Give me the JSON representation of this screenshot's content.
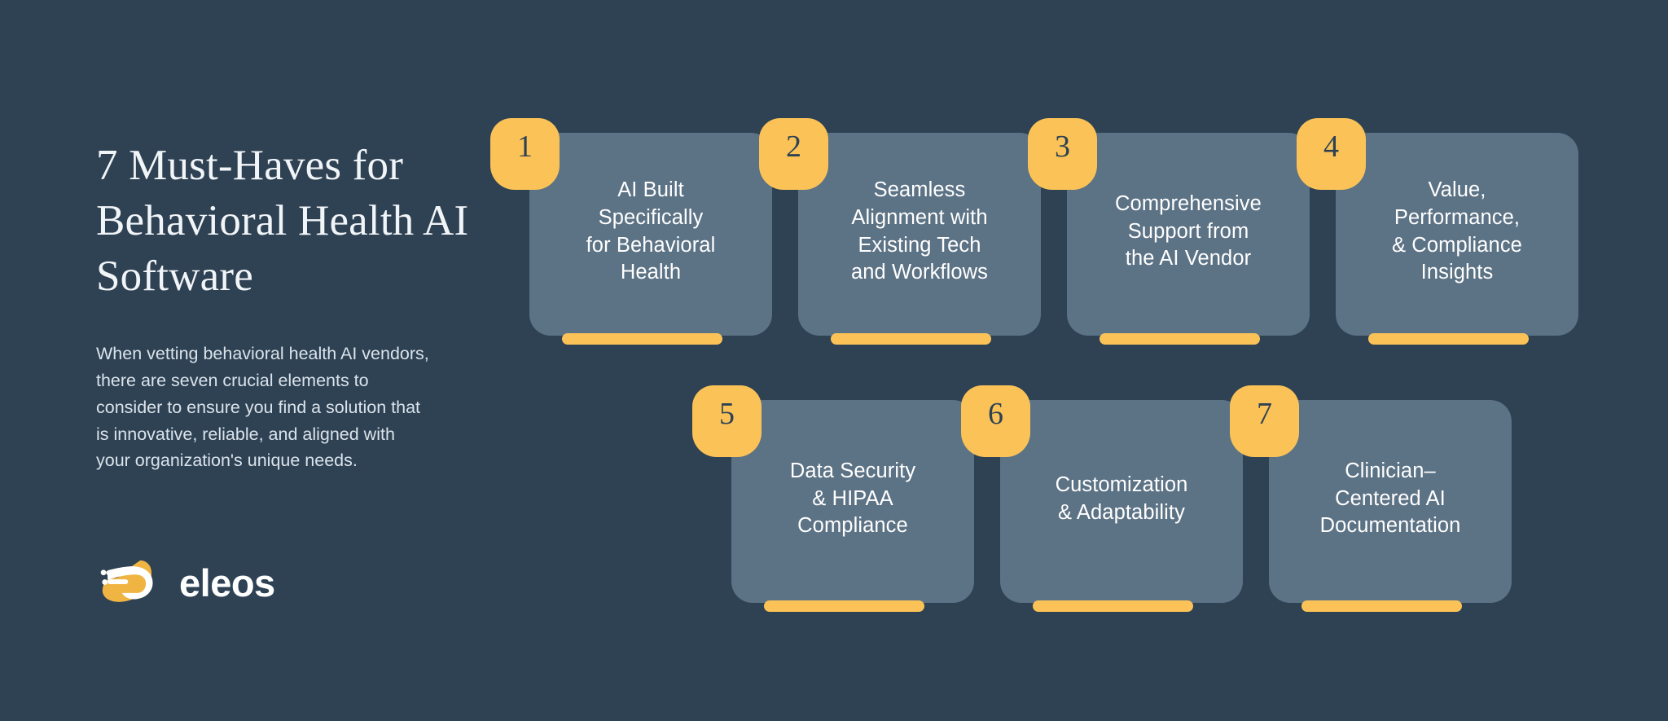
{
  "theme": {
    "background": "#2e4254",
    "card": "#5c7285",
    "accent": "#fbc357",
    "text_light": "#ffffff",
    "text_muted": "#dbe3ea",
    "badge_text": "#2e4254"
  },
  "left_panel": {
    "title": "7 Must-Haves for Behavioral Health AI Software",
    "paragraph": "When vetting behavioral health AI vendors, there are seven crucial elements to consider to ensure you find a solution that is innovative, reliable, and aligned with your organization's unique needs."
  },
  "logo": {
    "wordmark": "eleos",
    "mark_icon": "eleos-swoosh-icon"
  },
  "cards": [
    {
      "number": "1",
      "title": "AI Built\nSpecifically\nfor Behavioral\nHealth"
    },
    {
      "number": "2",
      "title": "Seamless\nAlignment with\nExisting Tech\nand Workflows"
    },
    {
      "number": "3",
      "title": "Comprehensive\nSupport from\nthe AI Vendor"
    },
    {
      "number": "4",
      "title": "Value,\nPerformance,\n& Compliance\nInsights"
    },
    {
      "number": "5",
      "title": "Data Security\n& HIPAA\nCompliance"
    },
    {
      "number": "6",
      "title": "Customization\n& Adaptability"
    },
    {
      "number": "7",
      "title": "Clinician–\nCentered AI\nDocumentation"
    }
  ]
}
